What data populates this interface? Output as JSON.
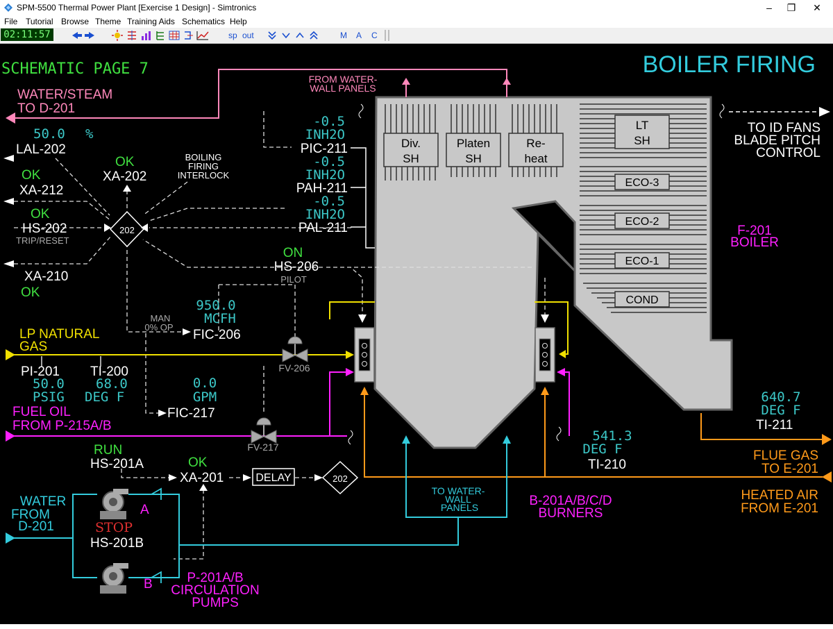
{
  "window": {
    "title": "SPM-5500 Thermal Power Plant [Exercise 1 Design] - Simtronics",
    "minimize": "–",
    "maximize": "❐",
    "close": "✕"
  },
  "menu": [
    "File",
    "Tutorial",
    "Browse",
    "Theme",
    "Training Aids",
    "Schematics",
    "Help"
  ],
  "toolbar": {
    "clock": "02:11:57",
    "sp": "sp",
    "out": "out",
    "m": "M",
    "a": "A",
    "c": "C"
  },
  "colors": {
    "cyan": "#33ccdd",
    "teal_text": "#3cc8c8",
    "green": "#40e040",
    "yellow": "#f0e000",
    "magenta": "#ff20ff",
    "pink": "#ff88bb",
    "orange": "#ff9a1a",
    "boiler_gray": "#c8c8c8"
  },
  "schematic": {
    "page_label": "SCHEMATIC PAGE 7",
    "title": "BOILER FIRING",
    "water_steam": [
      "WATER/STEAM",
      "TO D-201"
    ],
    "from_waterwall": [
      "FROM WATER-",
      "WALL PANELS"
    ],
    "to_id_fans": [
      "TO ID FANS",
      "BLADE PITCH",
      "CONTROL"
    ],
    "boiler_tag": [
      "F-201",
      "BOILER"
    ],
    "lal202": {
      "value": "50.0",
      "unit": "%",
      "tag": "LAL-202"
    },
    "xa212": {
      "status": "OK",
      "tag": "XA-212"
    },
    "hs202": {
      "status": "OK",
      "tag": "HS-202",
      "sub": "TRIP/RESET"
    },
    "xa210": {
      "tag": "XA-210",
      "status": "OK"
    },
    "xa202": {
      "status": "OK",
      "tag": "XA-202"
    },
    "interlock_label": [
      "BOILING",
      "FIRING",
      "INTERLOCK"
    ],
    "interlock_num": "202",
    "pic211": {
      "value": "-0.5",
      "unit": "INH2O",
      "tag": "PIC-211"
    },
    "pah211": {
      "value": "-0.5",
      "unit": "INH2O",
      "tag": "PAH-211"
    },
    "pal211": {
      "value": "-0.5",
      "unit": "INH2O",
      "tag": "PAL-211"
    },
    "hs206": {
      "status": "ON",
      "tag": "HS-206",
      "sub": "PILOT"
    },
    "man_label": [
      "MAN",
      "0% OP"
    ],
    "fic206": {
      "value": "950.0",
      "unit": "MCFH",
      "tag": "FIC-206"
    },
    "lp_gas": [
      "LP NATURAL",
      "GAS"
    ],
    "fv206": "FV-206",
    "pi201": {
      "tag": "PI-201",
      "value": "50.0",
      "unit": "PSIG"
    },
    "ti200": {
      "tag": "TI-200",
      "value": "68.0",
      "unit": "DEG F"
    },
    "fic217": {
      "value": "0.0",
      "unit": "GPM",
      "tag": "FIC-217"
    },
    "fuel_oil": [
      "FUEL OIL",
      "FROM P-215A/B"
    ],
    "fv217": "FV-217",
    "hs201a": {
      "status": "RUN",
      "tag": "HS-201A"
    },
    "xa201": {
      "status": "OK",
      "tag": "XA-201"
    },
    "delay": "DELAY",
    "interlock2_num": "202",
    "water_from": [
      "WATER",
      "FROM",
      "D-201"
    ],
    "hs201b": {
      "status": "STOP",
      "tag": "HS-201B"
    },
    "pump_a": "A",
    "pump_b": "B",
    "pumps_label": [
      "P-201A/B",
      "CIRCULATION",
      "PUMPS"
    ],
    "to_waterwall": [
      "TO WATER-",
      "WALL",
      "PANELS"
    ],
    "burners_label": [
      "B-201A/B/C/D",
      "BURNERS"
    ],
    "ti210": {
      "value": "541.3",
      "unit": "DEG F",
      "tag": "TI-210"
    },
    "ti211": {
      "value": "640.7",
      "unit": "DEG F",
      "tag": "TI-211"
    },
    "flue_gas": [
      "FLUE GAS",
      "TO E-201"
    ],
    "heated_air": [
      "HEATED AIR",
      "FROM E-201"
    ],
    "sections": {
      "div_sh": [
        "Div.",
        "SH"
      ],
      "platen_sh": [
        "Platen",
        "SH"
      ],
      "reheat": [
        "Re-",
        "heat"
      ],
      "lt_sh": [
        "LT",
        "SH"
      ],
      "eco3": "ECO-3",
      "eco2": "ECO-2",
      "eco1": "ECO-1",
      "cond": "COND"
    }
  }
}
